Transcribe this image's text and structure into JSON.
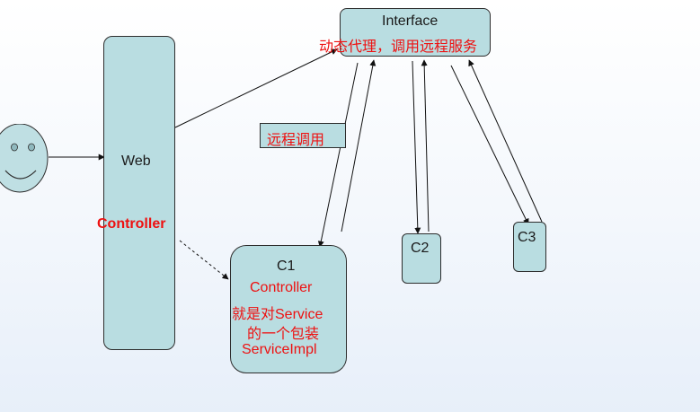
{
  "interface_box": {
    "title": "Interface",
    "note": "动态代理，调用远程服务"
  },
  "web_box": {
    "title": "Web",
    "subtitle": "Controller"
  },
  "remote_call_label": "远程调用",
  "c1_box": {
    "title": "C1",
    "lines": [
      "Controller",
      "就是对Service",
      "的一个包装",
      "ServiceImpl"
    ]
  },
  "c2_box": {
    "title": "C2"
  },
  "c3_box": {
    "title": "C3"
  },
  "colors": {
    "box_fill": "#b9dde1",
    "face_fill": "#bfdfe3",
    "accent_red": "#ee1111",
    "stroke": "#2d2d2d"
  }
}
